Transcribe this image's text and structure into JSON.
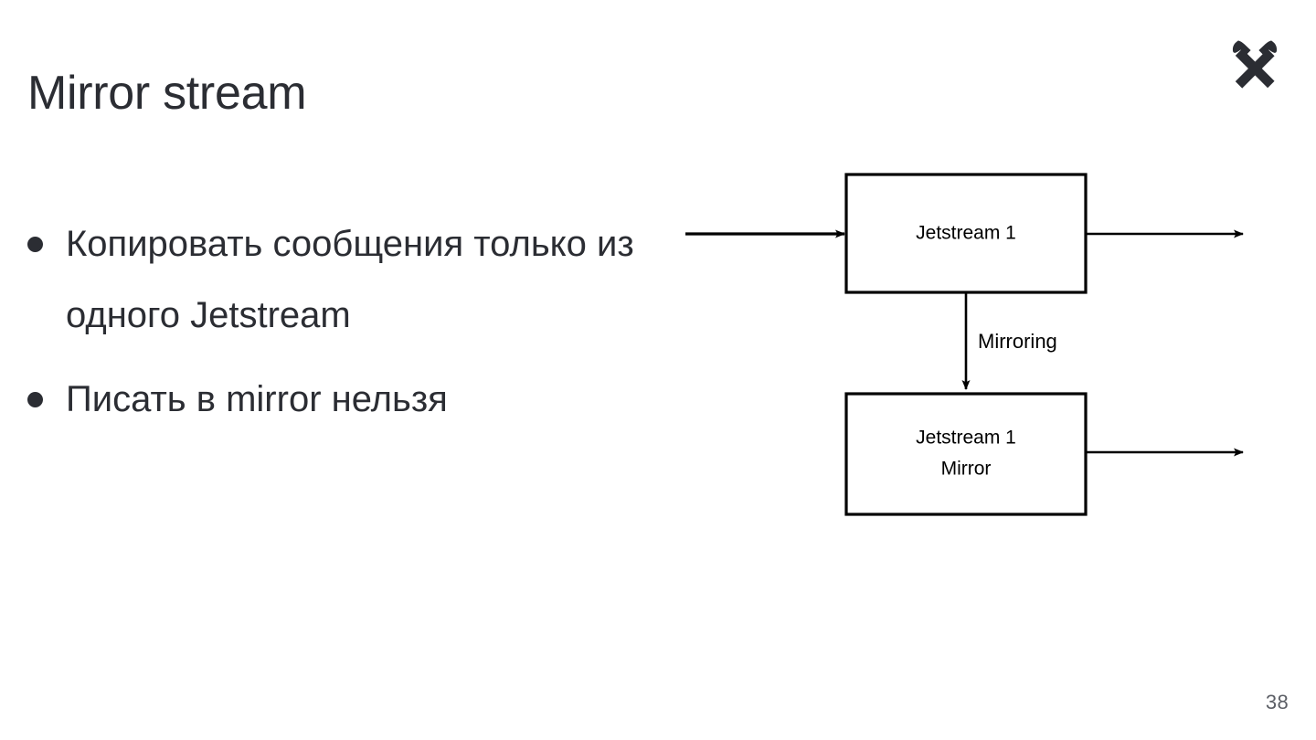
{
  "slide": {
    "title": "Mirror stream",
    "page_number": "38",
    "background_color": "#ffffff",
    "text_color": "#2b2d33",
    "logo_color": "#2b2d33"
  },
  "logo": {
    "name": "crossed-hammers-logo"
  },
  "bullets": [
    {
      "text": "Копировать сообщения только из одного Jetstream"
    },
    {
      "text": "Писать в mirror нельзя"
    }
  ],
  "diagram": {
    "type": "flow",
    "stroke_color": "#000000",
    "nodes": [
      {
        "id": "jetstream-1",
        "label_lines": [
          "Jetstream 1"
        ],
        "label": "Jetstream 1"
      },
      {
        "id": "jetstream-1-mirror",
        "label_lines": [
          "Jetstream 1",
          "Mirror"
        ],
        "label": "Jetstream 1 Mirror"
      }
    ],
    "edges": [
      {
        "id": "input-to-jetstream",
        "label": "",
        "from": "",
        "to": "jetstream-1"
      },
      {
        "id": "jetstream-output",
        "label": "",
        "from": "jetstream-1",
        "to": ""
      },
      {
        "id": "mirroring",
        "label": "Mirroring",
        "from": "jetstream-1",
        "to": "jetstream-1-mirror"
      },
      {
        "id": "mirror-output",
        "label": "",
        "from": "jetstream-1-mirror",
        "to": ""
      }
    ],
    "node_top_line_1": "Jetstream 1",
    "node_bottom_line_1": "Jetstream 1",
    "node_bottom_line_2": "Mirror",
    "edge_label_mirroring": "Mirroring"
  }
}
